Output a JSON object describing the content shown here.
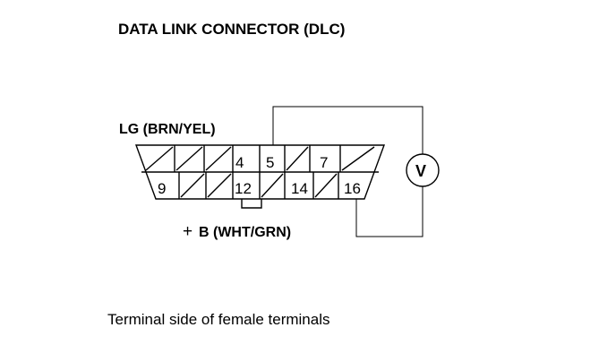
{
  "title": "DATA LINK CONNECTOR (DLC)",
  "labels": {
    "lg": "LG (BRN/YEL)",
    "plus_b_symbol": "+",
    "plus_b_text": "B (WHT/GRN)",
    "meter": "V"
  },
  "caption": "Terminal side of female terminals",
  "connector": {
    "top_row": [
      "",
      "",
      "",
      "4",
      "5",
      "",
      "7",
      ""
    ],
    "bottom_row": [
      "9",
      "",
      "",
      "12",
      "",
      "14",
      "",
      "16"
    ]
  },
  "colors": {
    "line": "#000000",
    "background": "#ffffff"
  }
}
